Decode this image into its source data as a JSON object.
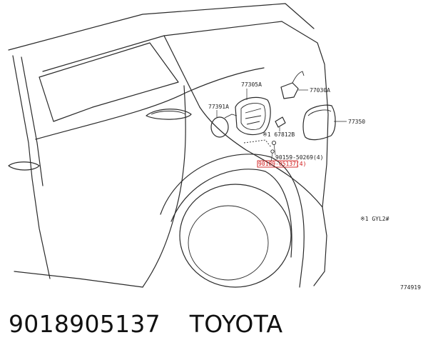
{
  "diagram": {
    "labels": {
      "p77305A": "77305A",
      "p77030A": "77030A",
      "p77391A": "77391A",
      "p77350": "77350",
      "p67812B": "※1 67812B",
      "p90159": "90159-50269(4)",
      "p90189": "90189-05137(4)"
    },
    "note": "※1  GYL2#",
    "figure_code": "774919"
  },
  "caption": {
    "part_number": "9018905137",
    "brand": "TOYOTA"
  },
  "colors": {
    "highlight": "#d11a1a",
    "line": "#2a2a2a"
  }
}
